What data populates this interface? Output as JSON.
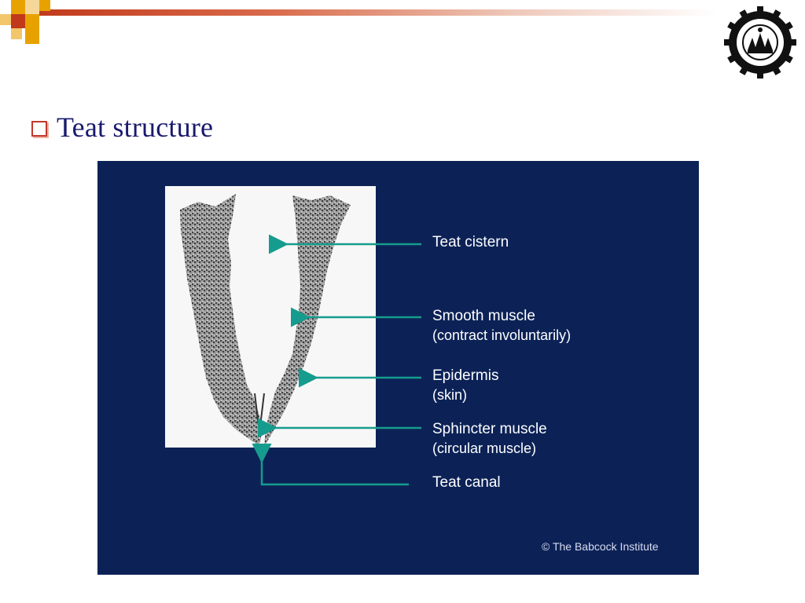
{
  "slide": {
    "title": "Teat structure",
    "bullet_color": "#c0392b"
  },
  "banner": {
    "accent": "#c0391b",
    "square_colors": [
      "#e8a200",
      "#c0391b",
      "#f2c66a"
    ]
  },
  "logo": {
    "icon": "university-seal-icon"
  },
  "figure": {
    "background": "#0c2257",
    "arrow_color": "#169c8e",
    "labels": {
      "teat_cistern": "Teat cistern",
      "smooth_muscle": "Smooth muscle",
      "smooth_muscle_note": "(contract involuntarily)",
      "epidermis": "Epidermis",
      "epidermis_note": "(skin)",
      "sphincter_muscle": "Sphincter muscle",
      "sphincter_muscle_note": "(circular muscle)",
      "teat_canal": "Teat canal"
    },
    "credit": "© The Babcock Institute"
  }
}
